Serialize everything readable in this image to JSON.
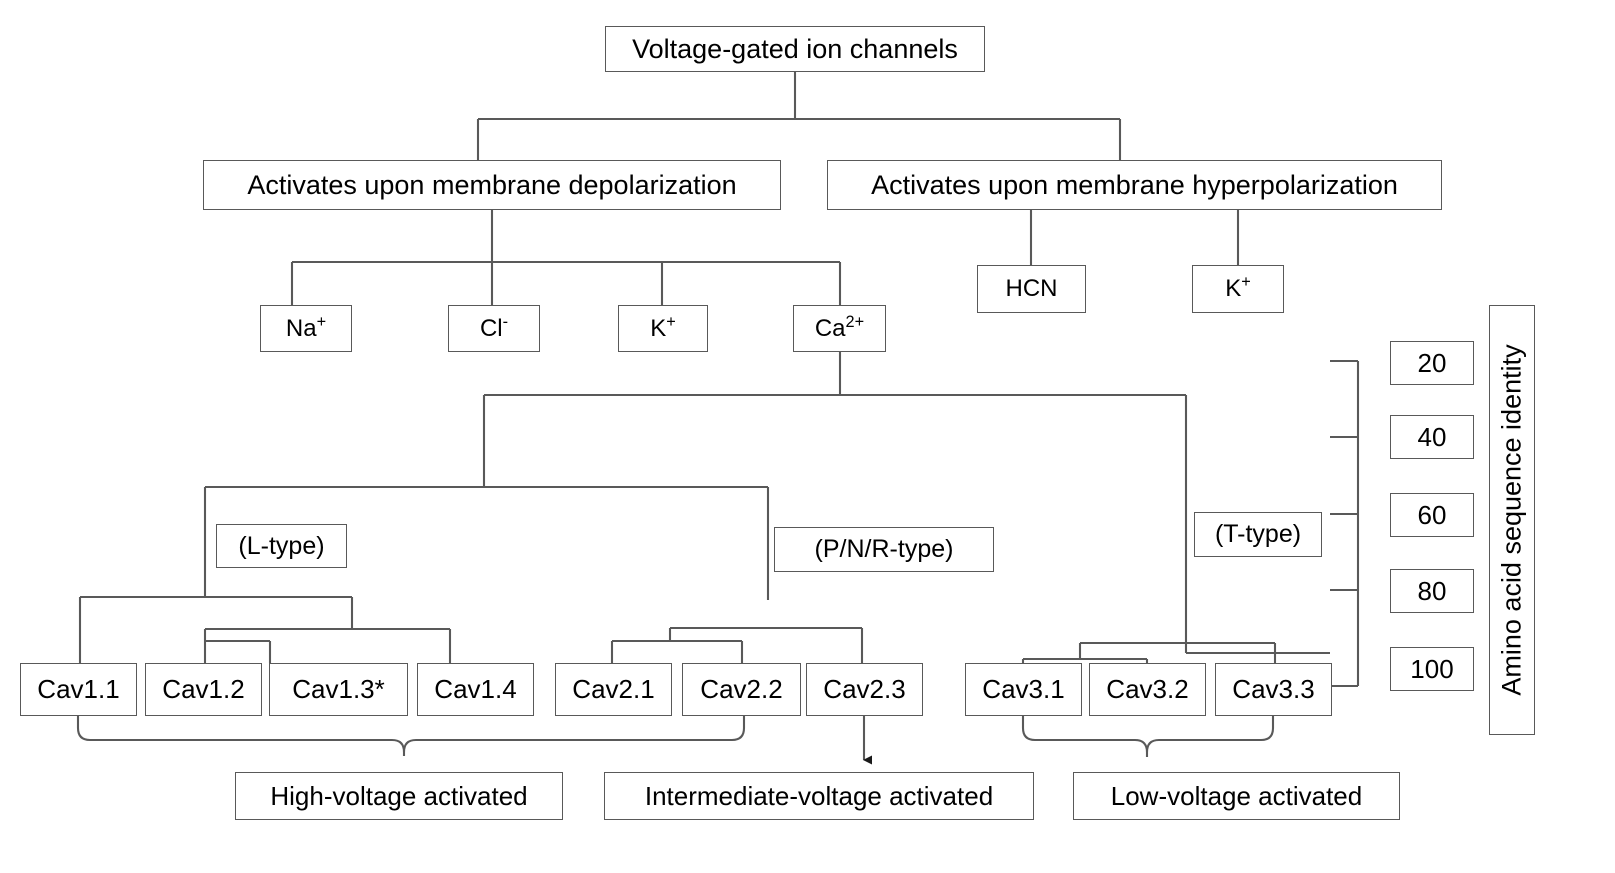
{
  "diagram": {
    "title_box": {
      "label": "Voltage-gated ion channels"
    },
    "branches": [
      {
        "id": "depol",
        "label": "Activates upon membrane depolarization"
      },
      {
        "id": "hyper",
        "label": "Activates upon membrane hyperpolarization"
      }
    ],
    "ions_depolarization": [
      {
        "id": "na",
        "base": "Na",
        "charge": "+"
      },
      {
        "id": "cl",
        "base": "Cl",
        "charge": "-"
      },
      {
        "id": "k",
        "base": "K",
        "charge": "+"
      },
      {
        "id": "ca",
        "base": "Ca",
        "charge": "2+"
      }
    ],
    "ions_hyperpolarization": [
      {
        "id": "hcn",
        "base": "HCN",
        "charge": ""
      },
      {
        "id": "k2",
        "base": "K",
        "charge": "+"
      }
    ],
    "type_labels": [
      {
        "id": "l-type",
        "label": "(L-type)"
      },
      {
        "id": "pnr-type",
        "label": "(P/N/R-type)"
      },
      {
        "id": "t-type",
        "label": "(T-type)"
      }
    ],
    "channels": [
      {
        "id": "cav1-1",
        "label": "Cav1.1"
      },
      {
        "id": "cav1-2",
        "label": "Cav1.2"
      },
      {
        "id": "cav1-3",
        "label": "Cav1.3*"
      },
      {
        "id": "cav1-4",
        "label": "Cav1.4"
      },
      {
        "id": "cav2-1",
        "label": "Cav2.1"
      },
      {
        "id": "cav2-2",
        "label": "Cav2.2"
      },
      {
        "id": "cav2-3",
        "label": "Cav2.3"
      },
      {
        "id": "cav3-1",
        "label": "Cav3.1"
      },
      {
        "id": "cav3-2",
        "label": "Cav3.2"
      },
      {
        "id": "cav3-3",
        "label": "Cav3.3"
      }
    ],
    "activation_groups": [
      {
        "id": "high",
        "label": "High-voltage activated"
      },
      {
        "id": "intermediate",
        "label": "Intermediate-voltage activated"
      },
      {
        "id": "low",
        "label": "Low-voltage activated"
      }
    ],
    "scale": {
      "axis_title": "Amino acid sequence identity",
      "ticks": [
        {
          "value": "20"
        },
        {
          "value": "40"
        },
        {
          "value": "60"
        },
        {
          "value": "80"
        },
        {
          "value": "100"
        }
      ]
    },
    "colors": {
      "stroke": "#595959",
      "text": "#000000",
      "background": "#ffffff"
    }
  }
}
